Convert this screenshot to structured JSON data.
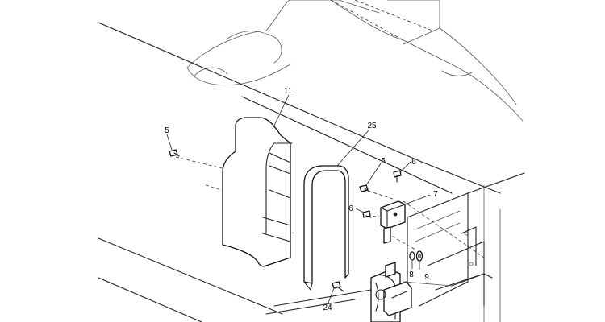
{
  "callouts": [
    {
      "id": "c11",
      "label": "11"
    },
    {
      "id": "c5a",
      "label": "5"
    },
    {
      "id": "c25",
      "label": "25"
    },
    {
      "id": "c5b",
      "label": "5"
    },
    {
      "id": "c6a",
      "label": "6"
    },
    {
      "id": "c7",
      "label": "7"
    },
    {
      "id": "c6b",
      "label": "6"
    },
    {
      "id": "c8",
      "label": "8"
    },
    {
      "id": "c9",
      "label": "9"
    },
    {
      "id": "c24",
      "label": "24"
    }
  ]
}
